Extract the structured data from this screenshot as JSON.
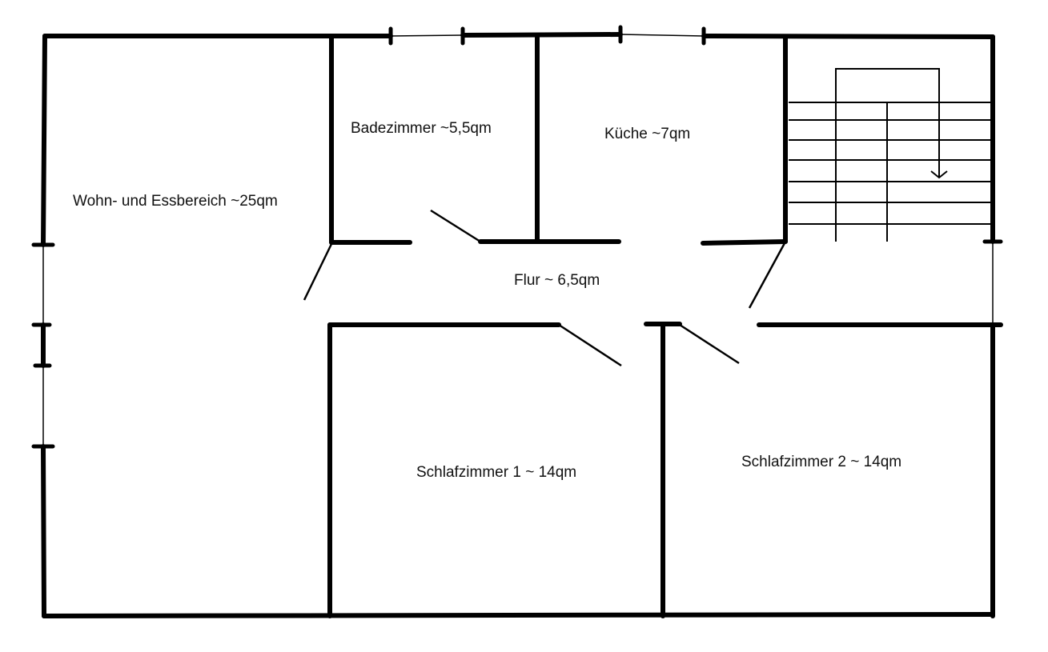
{
  "rooms": {
    "wohnbereich": "Wohn- und Essbereich ~25qm",
    "badezimmer": "Badezimmer ~5,5qm",
    "kueche": "Küche ~7qm",
    "flur": "Flur ~ 6,5qm",
    "schlafzimmer1": "Schlafzimmer 1 ~ 14qm",
    "schlafzimmer2": "Schlafzimmer 2 ~ 14qm"
  }
}
